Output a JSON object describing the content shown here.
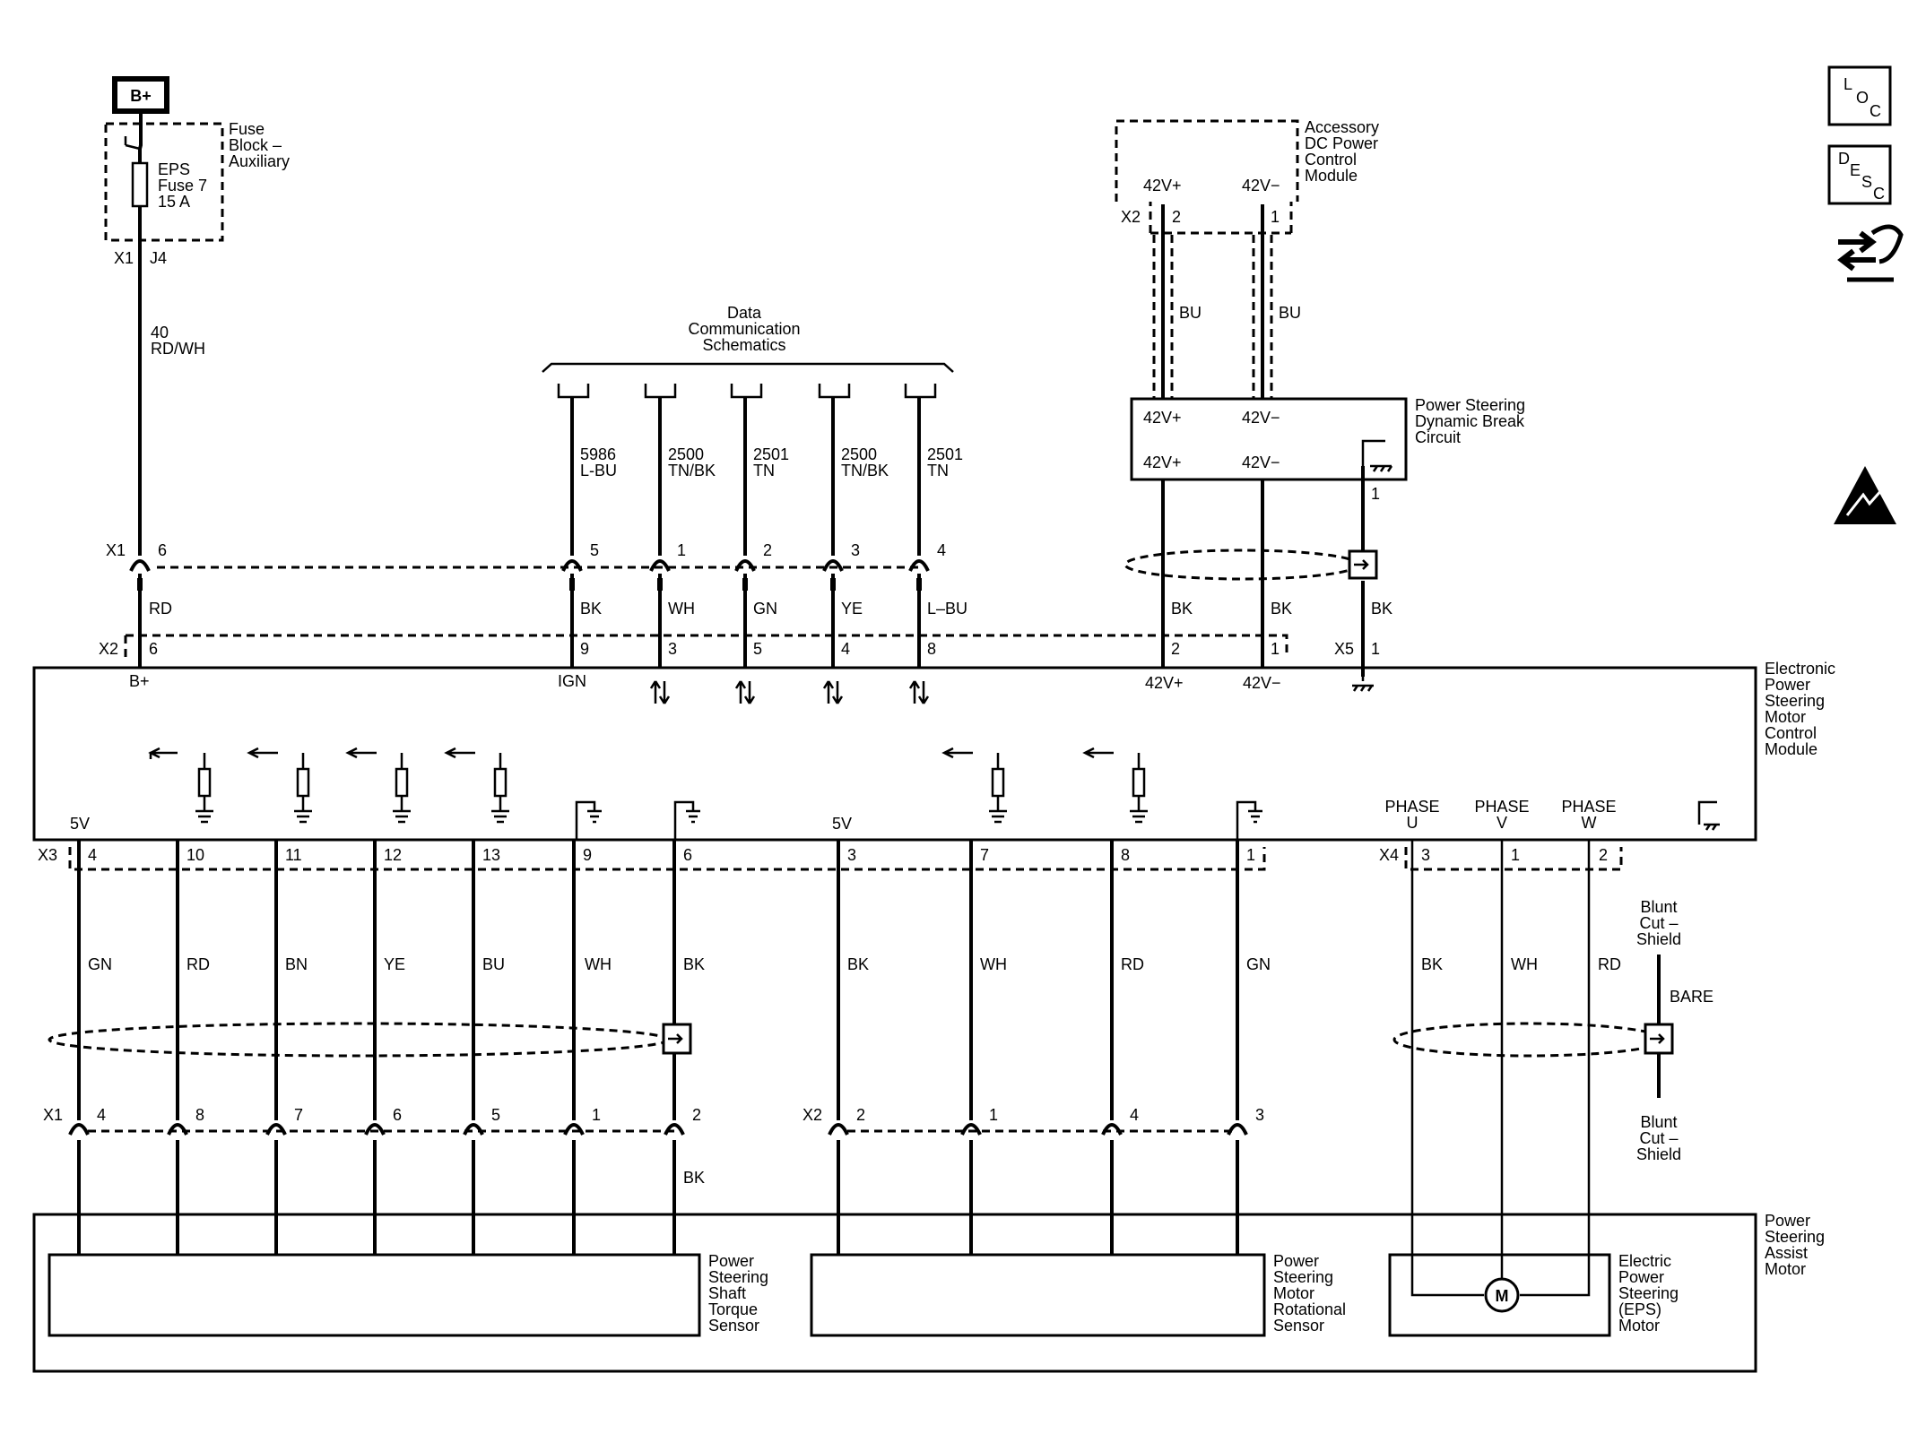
{
  "power": {
    "bplus": "B+",
    "fuse_block": [
      "Fuse",
      "Block –",
      "Auxiliary"
    ],
    "fuse": [
      "EPS",
      "Fuse 7",
      "15 A"
    ],
    "conn_x1": "X1",
    "conn_j4": "J4",
    "wire": [
      "40",
      "RD/WH"
    ]
  },
  "data_comm": {
    "title": [
      "Data",
      "Communication",
      "Schematics"
    ],
    "circuits": [
      {
        "num": "5986",
        "color": "L-BU"
      },
      {
        "num": "2500",
        "color": "TN/BK"
      },
      {
        "num": "2501",
        "color": "TN"
      },
      {
        "num": "2500",
        "color": "TN/BK"
      },
      {
        "num": "2501",
        "color": "TN"
      }
    ]
  },
  "accessory": {
    "title": [
      "Accessory",
      "DC Power",
      "Control",
      "Module"
    ],
    "pos": "42V+",
    "neg": "42V−",
    "conn": "X2",
    "pin_pos": "2",
    "pin_neg": "1",
    "wire_color": "BU"
  },
  "dynamic_break": {
    "title": [
      "Power Steering",
      "Dynamic Break",
      "Circuit"
    ],
    "pos": "42V+",
    "neg": "42V−",
    "pin": "1"
  },
  "x1_upper": {
    "conn": "X1",
    "pins": [
      "6",
      "5",
      "1",
      "2",
      "3",
      "4"
    ],
    "colors": [
      "RD",
      "BK",
      "WH",
      "GN",
      "YE",
      "L–BU"
    ]
  },
  "x2_upper": {
    "conn": "X2",
    "pins": [
      "6",
      "9",
      "3",
      "5",
      "4",
      "8",
      "2",
      "1"
    ],
    "right_colors": [
      "BK",
      "BK"
    ]
  },
  "x5": {
    "conn": "X5",
    "pin": "1",
    "color": "BK"
  },
  "eps_module": {
    "title": [
      "Electronic",
      "Power",
      "Steering",
      "Motor",
      "Control",
      "Module"
    ],
    "bplus": "B+",
    "ign": "IGN",
    "pos": "42V+",
    "neg": "42V−",
    "v5": "5V",
    "phases": [
      {
        "label": "PHASE",
        "sub": "U"
      },
      {
        "label": "PHASE",
        "sub": "V"
      },
      {
        "label": "PHASE",
        "sub": "W"
      }
    ]
  },
  "x3": {
    "conn": "X3",
    "pins": [
      "4",
      "10",
      "11",
      "12",
      "13",
      "9",
      "6",
      "3",
      "7",
      "8",
      "1"
    ],
    "colors": [
      "GN",
      "RD",
      "BN",
      "YE",
      "BU",
      "WH",
      "BK",
      "BK",
      "WH",
      "RD",
      "GN"
    ]
  },
  "x4": {
    "conn": "X4",
    "pins": [
      "3",
      "1",
      "2"
    ],
    "colors": [
      "BK",
      "WH",
      "RD"
    ]
  },
  "shield": {
    "top": [
      "Blunt",
      "Cut –",
      "Shield"
    ],
    "wire": "BARE",
    "bottom": [
      "Blunt",
      "Cut –",
      "Shield"
    ]
  },
  "x1_lower": {
    "conn": "X1",
    "pins": [
      "4",
      "8",
      "7",
      "6",
      "5",
      "1",
      "2"
    ],
    "extra_color": "BK"
  },
  "x2_lower": {
    "conn": "X2",
    "pins": [
      "2",
      "1",
      "4",
      "3"
    ]
  },
  "assist_motor": {
    "title": [
      "Power",
      "Steering",
      "Assist",
      "Motor"
    ],
    "torque": [
      "Power",
      "Steering",
      "Shaft",
      "Torque",
      "Sensor"
    ],
    "rotational": [
      "Power",
      "Steering",
      "Motor",
      "Rotational",
      "Sensor"
    ],
    "motor": [
      "Electric",
      "Power",
      "Steering",
      "(EPS)",
      "Motor"
    ],
    "motor_symbol": "M"
  },
  "side_icons": {
    "loc": [
      "L",
      "O",
      "C"
    ],
    "desc": [
      "D",
      "E",
      "S",
      "C"
    ],
    "icons": [
      "loc-icon",
      "desc-icon",
      "connector-swap-icon",
      "esd-warning-icon"
    ]
  }
}
